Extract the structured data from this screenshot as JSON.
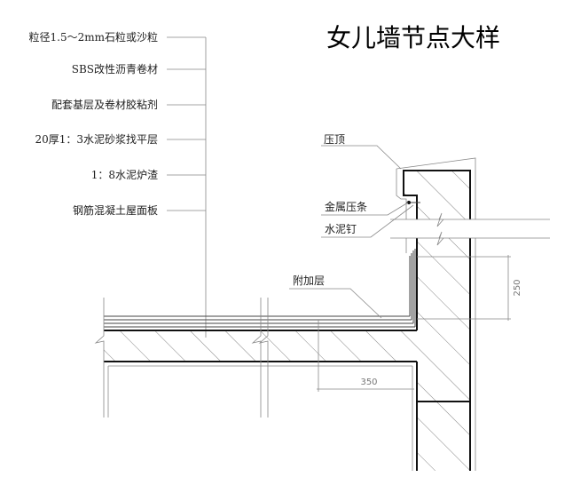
{
  "title": "女儿墙节点大样",
  "layer_labels": [
    "粒径1.5～2mm石粒或沙粒",
    "SBS改性沥青卷材",
    "配套基层及卷材胶粘剂",
    "20厚1：3水泥砂浆找平层",
    "1：8水泥炉渣",
    "钢筋混凝土屋面板"
  ],
  "callouts": {
    "coping": "压顶",
    "metal_strip": "金属压条",
    "cement_nail": "水泥钉",
    "additional_layer": "附加层"
  },
  "dimensions": {
    "upturn_height": "250",
    "extension_width": "350"
  }
}
